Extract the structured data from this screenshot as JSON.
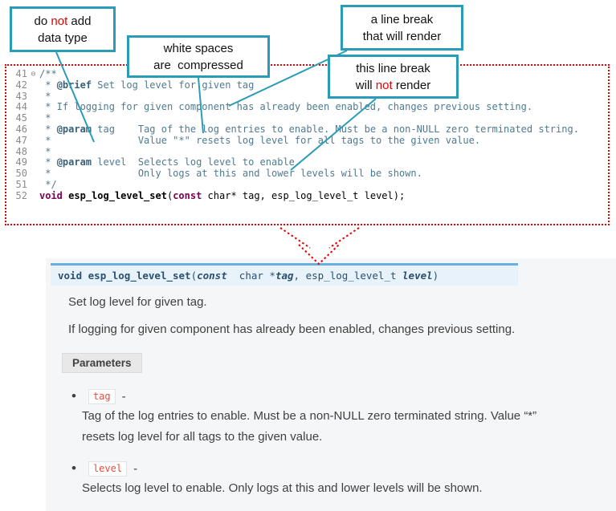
{
  "callouts": {
    "box1": {
      "l1a": "do ",
      "l1b": "not",
      "l1c": " add",
      "l2": "data type"
    },
    "box2": {
      "l1": "white spaces",
      "l2": "are  compressed"
    },
    "box3": {
      "l1": "a line break",
      "l2": "that will render"
    },
    "box4": {
      "l1": "this line break",
      "l2a": "will ",
      "l2b": "not",
      "l2c": " render"
    }
  },
  "code": {
    "lines": [
      {
        "no": "41",
        "fold": "⊖",
        "segs": [
          {
            "t": "/**",
            "c": "cm"
          }
        ]
      },
      {
        "no": "42",
        "segs": [
          {
            "t": " * ",
            "c": "cm"
          },
          {
            "t": "@brief",
            "c": "tg"
          },
          {
            "t": " Set log level for given tag",
            "c": "cm"
          }
        ]
      },
      {
        "no": "43",
        "segs": [
          {
            "t": " *",
            "c": "cm"
          }
        ]
      },
      {
        "no": "44",
        "segs": [
          {
            "t": " * If logging for given component has already been enabled, changes previous setting.",
            "c": "cm"
          }
        ]
      },
      {
        "no": "45",
        "segs": [
          {
            "t": " *",
            "c": "cm"
          }
        ]
      },
      {
        "no": "46",
        "segs": [
          {
            "t": " * ",
            "c": "cm"
          },
          {
            "t": "@param",
            "c": "tg"
          },
          {
            "t": " tag    Tag of the log entries to enable. Must be a non-NULL zero terminated string.",
            "c": "cm"
          }
        ]
      },
      {
        "no": "47",
        "segs": [
          {
            "t": " *               Value \"*\" resets log level for all tags to the given value.",
            "c": "cm"
          }
        ]
      },
      {
        "no": "48",
        "segs": [
          {
            "t": " *",
            "c": "cm"
          }
        ]
      },
      {
        "no": "49",
        "segs": [
          {
            "t": " * ",
            "c": "cm"
          },
          {
            "t": "@param",
            "c": "tg"
          },
          {
            "t": " level  Selects log level to enable.",
            "c": "cm"
          }
        ]
      },
      {
        "no": "50",
        "segs": [
          {
            "t": " *               Only logs at this and lower levels will be shown.",
            "c": "cm"
          }
        ]
      },
      {
        "no": "51",
        "segs": [
          {
            "t": " */",
            "c": "cm"
          }
        ]
      },
      {
        "no": "52",
        "segs": [
          {
            "t": "void",
            "c": "kw"
          },
          {
            "t": " ",
            "c": "pl"
          },
          {
            "t": "esp_log_level_set",
            "c": "fn"
          },
          {
            "t": "(",
            "c": "pl"
          },
          {
            "t": "const",
            "c": "kw"
          },
          {
            "t": " char* tag, esp_log_level_t level);",
            "c": "pl"
          }
        ]
      }
    ]
  },
  "docs": {
    "signature": [
      {
        "t": "void ",
        "c": "kw"
      },
      {
        "t": "esp_log_level_set",
        "c": "name"
      },
      {
        "t": "(",
        "c": "pl"
      },
      {
        "t": "const",
        "c": "kwi"
      },
      {
        "t": "  char *",
        "c": "ty"
      },
      {
        "t": "tag",
        "c": "arg"
      },
      {
        "t": ", ",
        "c": "pl"
      },
      {
        "t": "esp_log_level_t ",
        "c": "ty"
      },
      {
        "t": "level",
        "c": "arg"
      },
      {
        "t": ")",
        "c": "pl"
      }
    ],
    "p1": "Set log level for given tag.",
    "p2": "If logging for given component has already been enabled, changes previous setting.",
    "parameters_label": "Parameters",
    "params": [
      {
        "name": "tag",
        "dash": "-",
        "desc": "Tag of the log entries to enable. Must be a non-NULL zero terminated string. Value “*” resets log level for all tags to the given value."
      },
      {
        "name": "level",
        "dash": "-",
        "desc": "Selects log level to enable. Only logs at this and lower levels will be shown."
      }
    ]
  }
}
